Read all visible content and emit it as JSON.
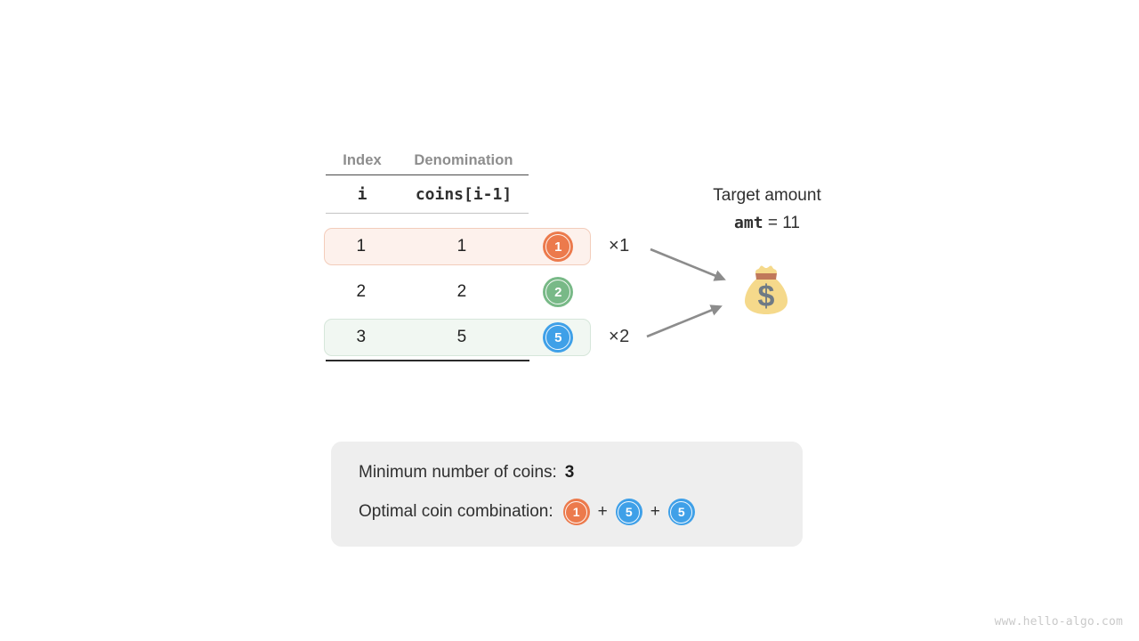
{
  "table": {
    "header_index": "Index",
    "header_denomination": "Denomination",
    "code_index": "i",
    "code_denomination": "coins[i-1]",
    "rows": [
      {
        "i": "1",
        "value": "1",
        "coin": "1",
        "coin_color": "#ec7a4c",
        "highlight": "orange",
        "multiplier": "×1"
      },
      {
        "i": "2",
        "value": "2",
        "coin": "2",
        "coin_color": "#78b987",
        "highlight": "none",
        "multiplier": ""
      },
      {
        "i": "3",
        "value": "5",
        "coin": "5",
        "coin_color": "#3fa0e8",
        "highlight": "green",
        "multiplier": "×2"
      }
    ]
  },
  "target": {
    "label": "Target amount",
    "var_name": "amt",
    "equals": "=",
    "amount": "11",
    "bag_icon": "money-bag-icon"
  },
  "arrows": [
    {
      "name": "arrow-coin1-to-bag"
    },
    {
      "name": "arrow-coin5-to-bag"
    }
  ],
  "result": {
    "min_coins_label": "Minimum number of coins:",
    "min_coins_value": "3",
    "combination_label": "Optimal coin combination:",
    "combination": [
      {
        "value": "1",
        "color": "#ec7a4c"
      },
      {
        "value": "5",
        "color": "#3fa0e8"
      },
      {
        "value": "5",
        "color": "#3fa0e8"
      }
    ],
    "plus": "+"
  },
  "watermark": "www.hello-algo.com",
  "colors": {
    "orange": "#ec7a4c",
    "green": "#78b987",
    "blue": "#3fa0e8",
    "row_highlight_orange_bg": "#fdf1ec",
    "row_highlight_orange_border": "#f3cdbb",
    "row_highlight_green_bg": "#f1f7f2",
    "row_highlight_green_border": "#d6e6da",
    "panel_bg": "#eeeeee",
    "header_text": "#8d8d8d",
    "arrow": "#8c8c8c",
    "watermark": "#c9c9c9"
  }
}
